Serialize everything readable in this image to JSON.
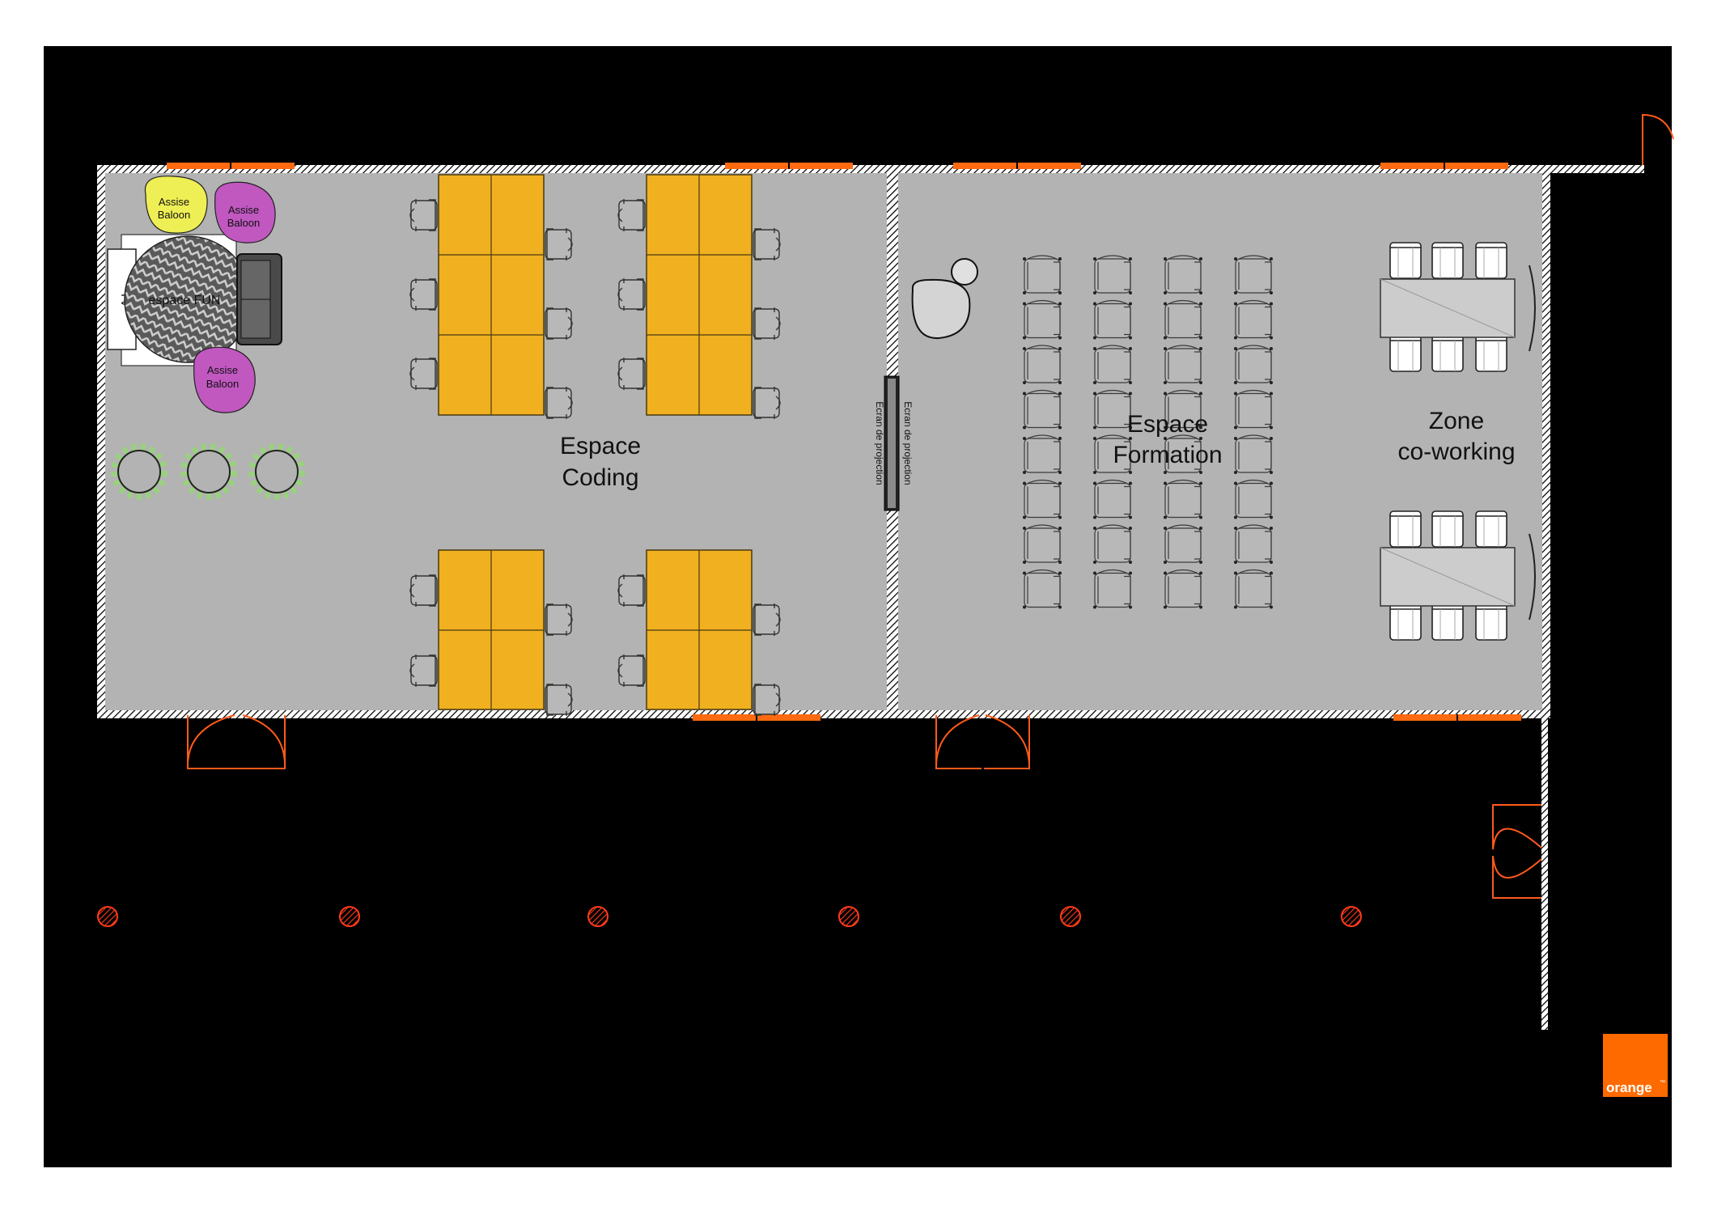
{
  "plan": {
    "rooms": {
      "coding": {
        "label_line1": "Espace",
        "label_line2": "Coding"
      },
      "formation": {
        "label_line1": "Espace",
        "label_line2": "Formation"
      },
      "coworking": {
        "label_line1": "Zone",
        "label_line2": "co-working"
      }
    },
    "fun": {
      "label": "espace FUN",
      "tv_label": "TV",
      "seat_line1": "Assise",
      "seat_line2": "Baloon"
    },
    "screen": {
      "label": "Ecran de projection"
    },
    "logo": {
      "text": "orange",
      "tm": "™"
    },
    "counts": {
      "training_rows": 8,
      "training_columns": 4,
      "desk_blocks": 4,
      "pillars": 6,
      "plants": 3
    }
  },
  "colors": {
    "background": "#000000",
    "floor": "#b3b3b3",
    "desk": "#f0b020",
    "window": "#ff6a10",
    "seat_yellow": "#eeee55",
    "seat_purple": "#c058c0",
    "plant": "#88d070",
    "logo": "#ff6a00",
    "door": "#ff5a1a"
  }
}
